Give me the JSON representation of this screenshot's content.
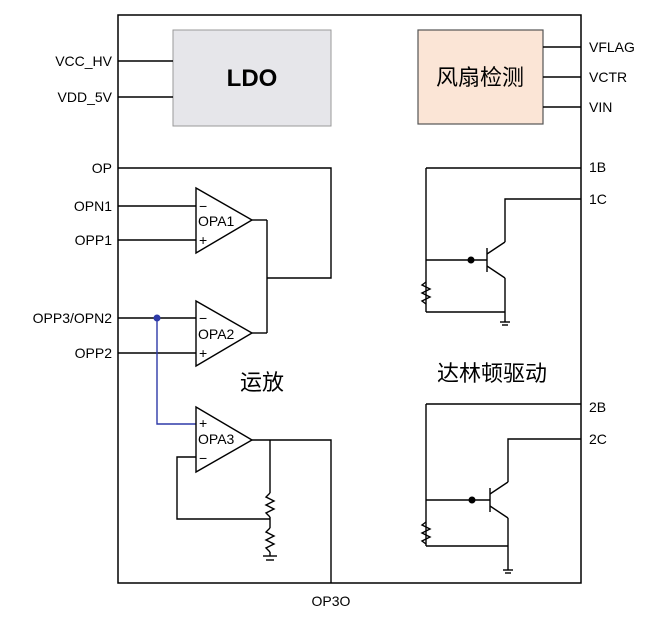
{
  "colors": {
    "ldo_fill": "#e6e6ea",
    "fan_fill": "#fbe5d6",
    "link_wire": "#2e3aa8"
  },
  "blocks": {
    "ldo": "LDO",
    "fan_detect": "风扇检测",
    "opamp": "运放",
    "darlington": "达林顿驱动"
  },
  "pins_left": {
    "vcc_hv": "VCC_HV",
    "vdd_5v": "VDD_5V",
    "op": "OP",
    "opn1": "OPN1",
    "opp1": "OPP1",
    "opp3_opn2": "OPP3/OPN2",
    "opp2": "OPP2"
  },
  "pins_right": {
    "vflag": "VFLAG",
    "vctr": "VCTR",
    "vin": "VIN",
    "b1": "1B",
    "c1": "1C",
    "b2": "2B",
    "c2": "2C"
  },
  "pins_bottom": {
    "op3o": "OP3O"
  },
  "opamps": {
    "opa1": {
      "name": "OPA1",
      "minus": "−",
      "plus": "+"
    },
    "opa2": {
      "name": "OPA2",
      "minus": "−",
      "plus": "+"
    },
    "opa3": {
      "name": "OPA3",
      "minus": "−",
      "plus": "+"
    }
  }
}
